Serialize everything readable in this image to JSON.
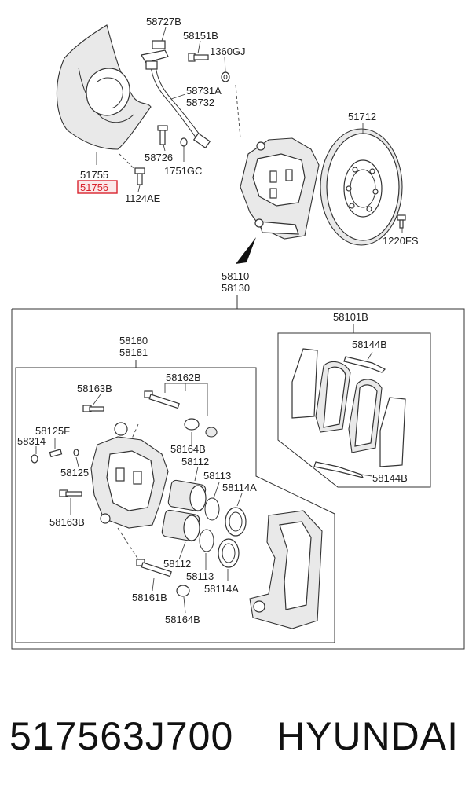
{
  "labels": {
    "l58727B": "58727B",
    "l58151B": "58151B",
    "l1360GJ": "1360GJ",
    "l58731A": "58731A",
    "l58732": "58732",
    "l58726": "58726",
    "l1751GC": "1751GC",
    "l51755": "51755",
    "l51756": "51756",
    "l1124AE": "1124AE",
    "l51712": "51712",
    "l1220FS": "1220FS",
    "l58110": "58110",
    "l58130": "58130",
    "l58101B": "58101B",
    "l58144B_top": "58144B",
    "l58144B_bottom": "58144B",
    "l58180": "58180",
    "l58181": "58181",
    "l58162B": "58162B",
    "l58163B_top": "58163B",
    "l58125F": "58125F",
    "l58314": "58314",
    "l58164B_top": "58164B",
    "l58112_top": "58112",
    "l58113_top": "58113",
    "l58114A_top": "58114A",
    "l58125": "58125",
    "l58163B_bottom": "58163B",
    "l58112_bottom": "58112",
    "l58113_bottom": "58113",
    "l58114A_bottom": "58114A",
    "l58161B": "58161B",
    "l58164B_bottom": "58164B"
  },
  "highlight_color": "#d9232d",
  "footer": {
    "part_number": "517563J700",
    "brand": "HYUNDAI"
  }
}
